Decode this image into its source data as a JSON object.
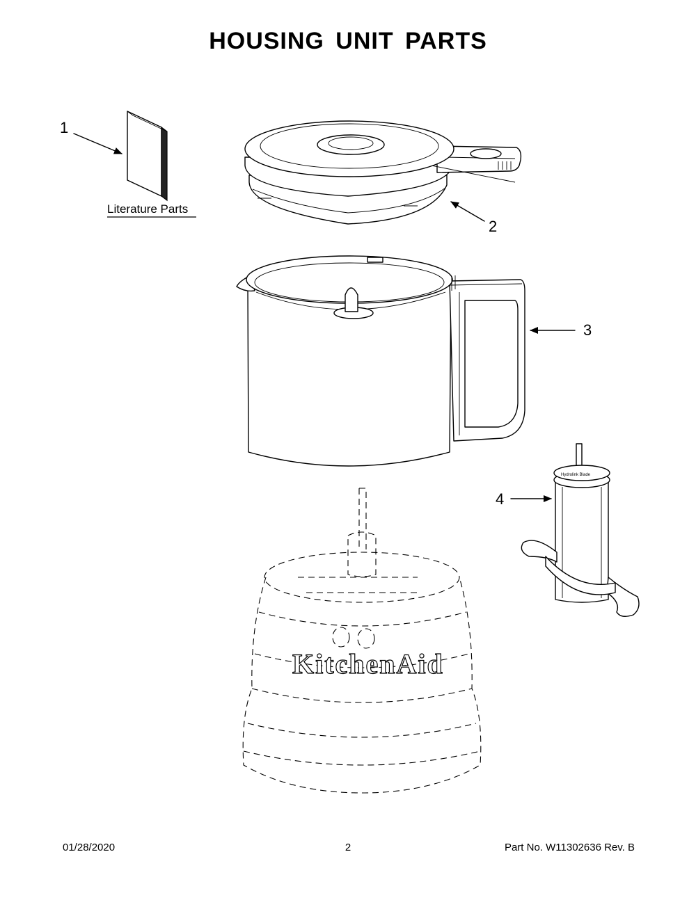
{
  "title": "HOUSING UNIT PARTS",
  "literature_label": "Literature Parts",
  "callouts": [
    "1",
    "2",
    "3",
    "4"
  ],
  "base_logo": "KitchenAid",
  "blade_print": "Hydrolink Blade",
  "footer": {
    "date": "01/28/2020",
    "page": "2",
    "part": "Part No.  W11302636  Rev.  B"
  }
}
